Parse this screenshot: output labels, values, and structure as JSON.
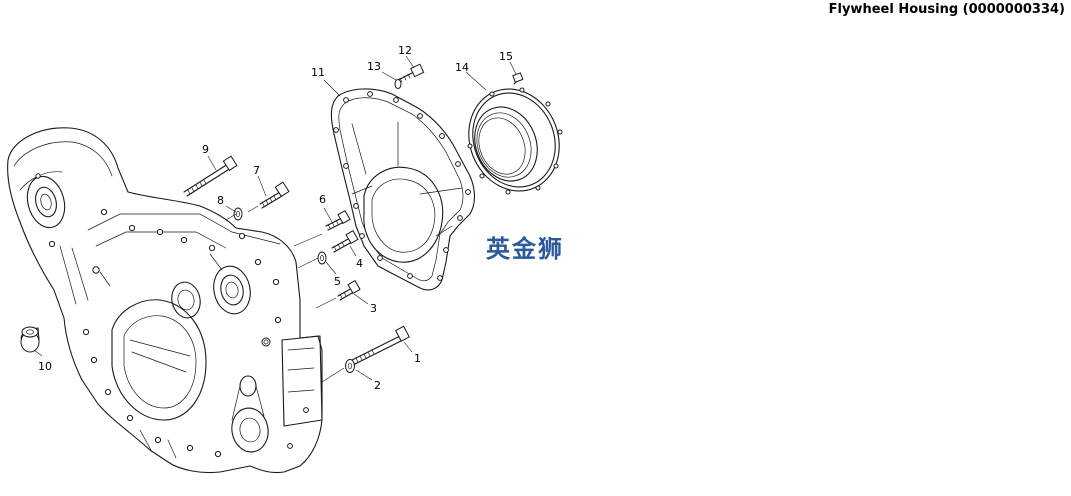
{
  "header": {
    "title": "Flywheel Housing (0000000334)"
  },
  "watermark": {
    "text": "英金狮",
    "color": "#2a5a9a"
  },
  "callouts": {
    "c1": "1",
    "c2": "2",
    "c3": "3",
    "c4": "4",
    "c5": "5",
    "c6": "6",
    "c7": "7",
    "c8": "8",
    "c9": "9",
    "c10": "10",
    "c11": "11",
    "c12": "12",
    "c13": "13",
    "c14": "14",
    "c15": "15"
  }
}
